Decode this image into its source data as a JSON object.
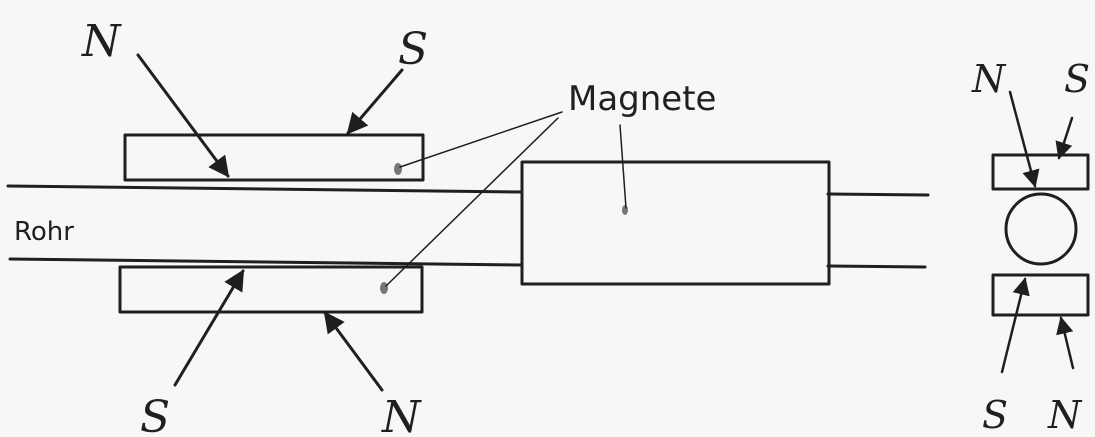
{
  "labels": {
    "magnete": "Magnete",
    "rohr": "Rohr",
    "left_top_n": "N",
    "left_top_s": "S",
    "left_bottom_s": "S",
    "left_bottom_n": "N",
    "right_top_n": "N",
    "right_top_s": "S",
    "right_bottom_s": "S",
    "right_bottom_n": "N"
  },
  "colors": {
    "ink": "#1f1f1f",
    "paper": "#f7f7f5"
  }
}
